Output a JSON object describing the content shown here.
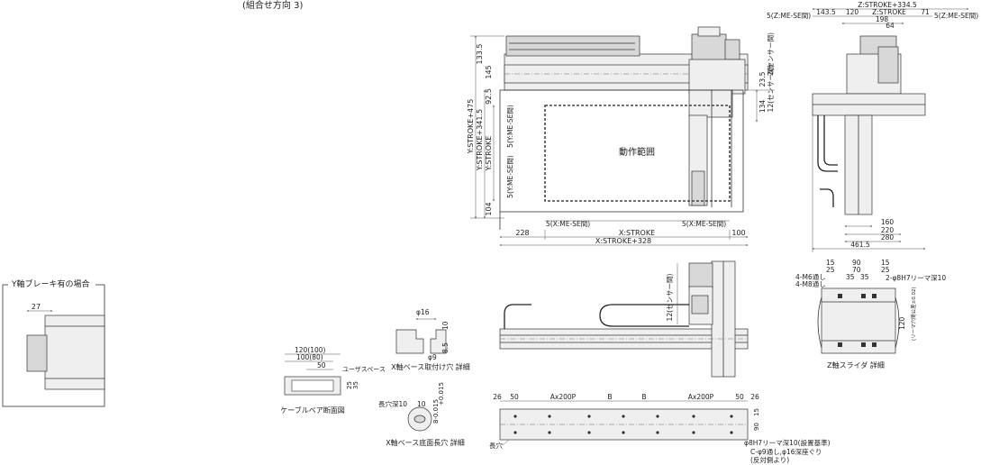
{
  "heading": "(組合せ方向 3)",
  "main_view": {
    "left_dims": [
      "Y:STROKE+475",
      "Y:STROKE+341.5",
      "Y:STROKE",
      "133.5",
      "145",
      "92.5",
      "104"
    ],
    "inner_labels": [
      "5(Y:ME-SE間)",
      "5(Y:ME-SE間)"
    ],
    "right_dims": [
      "2(センサー間)",
      "23.5",
      "12(センサー間)",
      "134"
    ],
    "area_label": "動作範囲",
    "bottom_labels": [
      "5(X:ME-SE間)",
      "5(X:ME-SE間)"
    ],
    "bottom_dims": [
      "228",
      "X:STROKE",
      "100",
      "X:STROKE+328"
    ]
  },
  "side_view": {
    "top_dims": [
      "Z:STROKE+334.5",
      "5(Z:ME-SE間)",
      "143.5",
      "120",
      "Z:STROKE",
      "71",
      "5(Z:ME-SE間)",
      "198",
      "64"
    ],
    "bottom_dims": [
      "160",
      "220",
      "280",
      "461.5"
    ]
  },
  "front_view": {
    "sensor_label": "12(センサー間)"
  },
  "brake": {
    "title": "Y軸ブレーキ有の場合",
    "dim": "27"
  },
  "cable": {
    "dims": [
      "120(100)",
      "100(80)",
      "50",
      "25",
      "35"
    ],
    "user_space": "ユーザスペース",
    "caption": "ケーブルベア断面図"
  },
  "x_mount": {
    "dims": [
      "φ16",
      "10",
      "φ9",
      "8.5"
    ],
    "caption": "X軸ベース取付け穴 詳細"
  },
  "x_slot": {
    "labels": [
      "長穴深10",
      "10"
    ],
    "dims": [
      "8-0.015",
      "+0.015"
    ],
    "caption": "X軸ベース底面長穴 詳細"
  },
  "z_slider": {
    "dims_top": [
      "15",
      "90",
      "15"
    ],
    "dims_second": [
      "25",
      "70",
      "25"
    ],
    "dims_third": [
      "35",
      "35"
    ],
    "labels": [
      "4-M6通し",
      "4-M8通し",
      "2-φ8H7リーマ深10"
    ],
    "side_dims": [
      "120",
      "(リーマ穴間公差±0.02)"
    ],
    "caption": "Z軸スライダ 詳細"
  },
  "base_view": {
    "top_dims": [
      "26",
      "50",
      "Ax200P",
      "B",
      "B",
      "Ax200P",
      "50",
      "26"
    ],
    "side_dims": [
      "90",
      "15"
    ],
    "labels": [
      "長穴",
      "φ8H7リーマ深10(設置基準)",
      "C-φ9通し,φ16深座ぐり",
      "(反対側より)"
    ]
  }
}
